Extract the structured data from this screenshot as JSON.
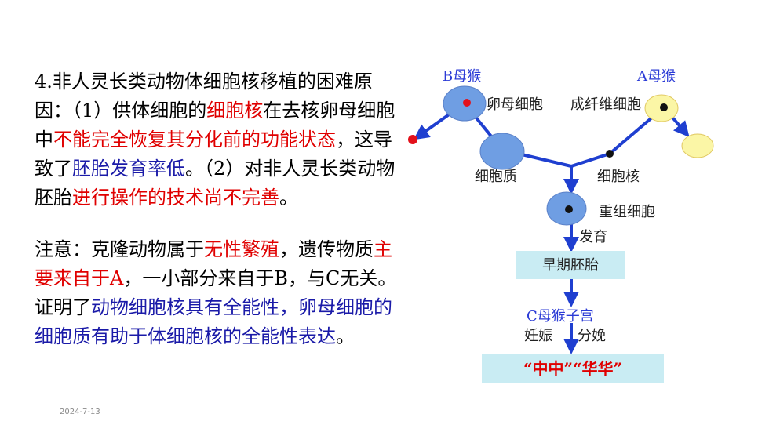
{
  "text": {
    "p1": {
      "s1": "4.非人灵长类动物体细胞核移植的困难原因：（1）供体细胞的",
      "r1": "细胞核",
      "s2": "在去核卵母细胞中",
      "r2": "不能完全恢复其分化前的功能状态",
      "s3": "，这导致了",
      "b1": "胚胎发育率低",
      "s4": "。（2）对非人灵长类动物胚胎",
      "r3": "进行操作的技术尚不完善",
      "s5": "。"
    },
    "p2": {
      "s1": "注意：克隆动物属于",
      "r1": "无性繁殖",
      "s2": "，遗传物质",
      "r2": "主要来自于A",
      "s3": "，一小部分来自于B，与C无关。证明了",
      "b1": "动物细胞核具有全能性，卵母细胞的细胞质有助于体细胞核的全能性表达",
      "s4": "。"
    }
  },
  "date": "2024-7-13",
  "diagram": {
    "b_monkey": "B母猴",
    "a_monkey": "A母猴",
    "oocyte": "卵母细胞",
    "fibroblast": "成纤维细胞",
    "cytoplasm": "细胞质",
    "nucleus": "细胞核",
    "recombinant": "重组细胞",
    "develop": "发育",
    "early_embryo": "早期胚胎",
    "c_uterus": "C母猴子宫",
    "pregnancy": "妊娠",
    "delivery": "分娩",
    "result": "“中中”“华华”"
  },
  "colors": {
    "arrow": "#1f3fd0",
    "cell_blue": "#6f9ee3",
    "cell_yellow": "#fbf6a6",
    "nucleus_red": "#e3101a",
    "box_fill": "#c9ecf3",
    "text_red": "#e00000",
    "text_blue": "#1a1aa8"
  }
}
